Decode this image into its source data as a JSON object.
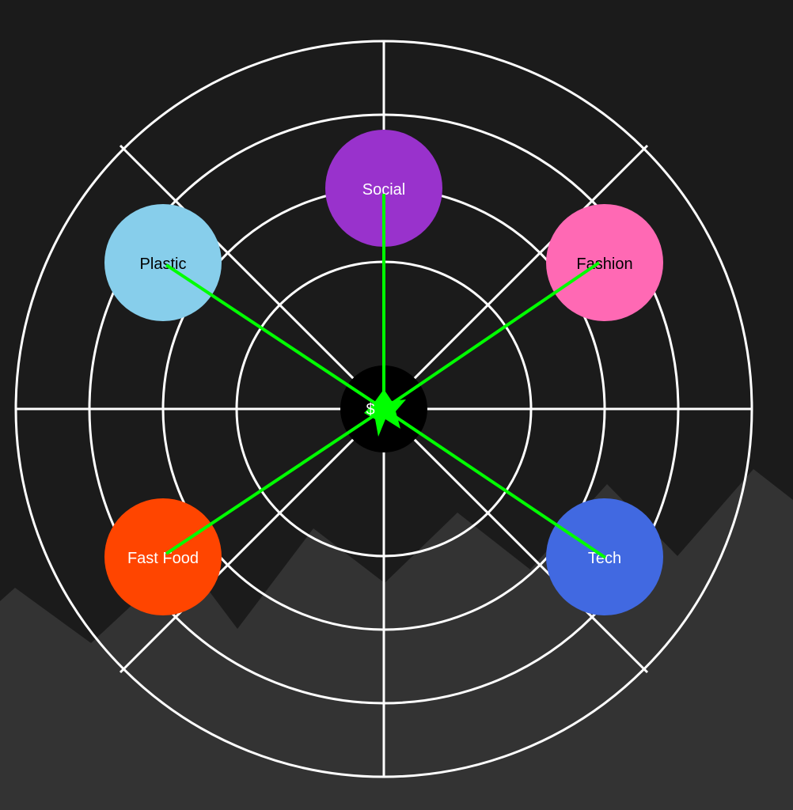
{
  "center": {
    "label": "$",
    "color": "#000000"
  },
  "nodes": [
    {
      "label": "Social",
      "color": "#9932CC",
      "text_color": "#ffffff"
    },
    {
      "label": "Fashion",
      "color": "#FF69B4",
      "text_color": "#000000"
    },
    {
      "label": "Tech",
      "color": "#4169E1",
      "text_color": "#ffffff"
    },
    {
      "label": "Fast Food",
      "color": "#FF4500",
      "text_color": "#ffffff"
    },
    {
      "label": "Plastic",
      "color": "#87CEEB",
      "text_color": "#000000"
    }
  ],
  "connector_color": "#00ff00",
  "grid_color": "#ffffff",
  "background_color": "#1b1b1b",
  "mountain_color": "#333333"
}
